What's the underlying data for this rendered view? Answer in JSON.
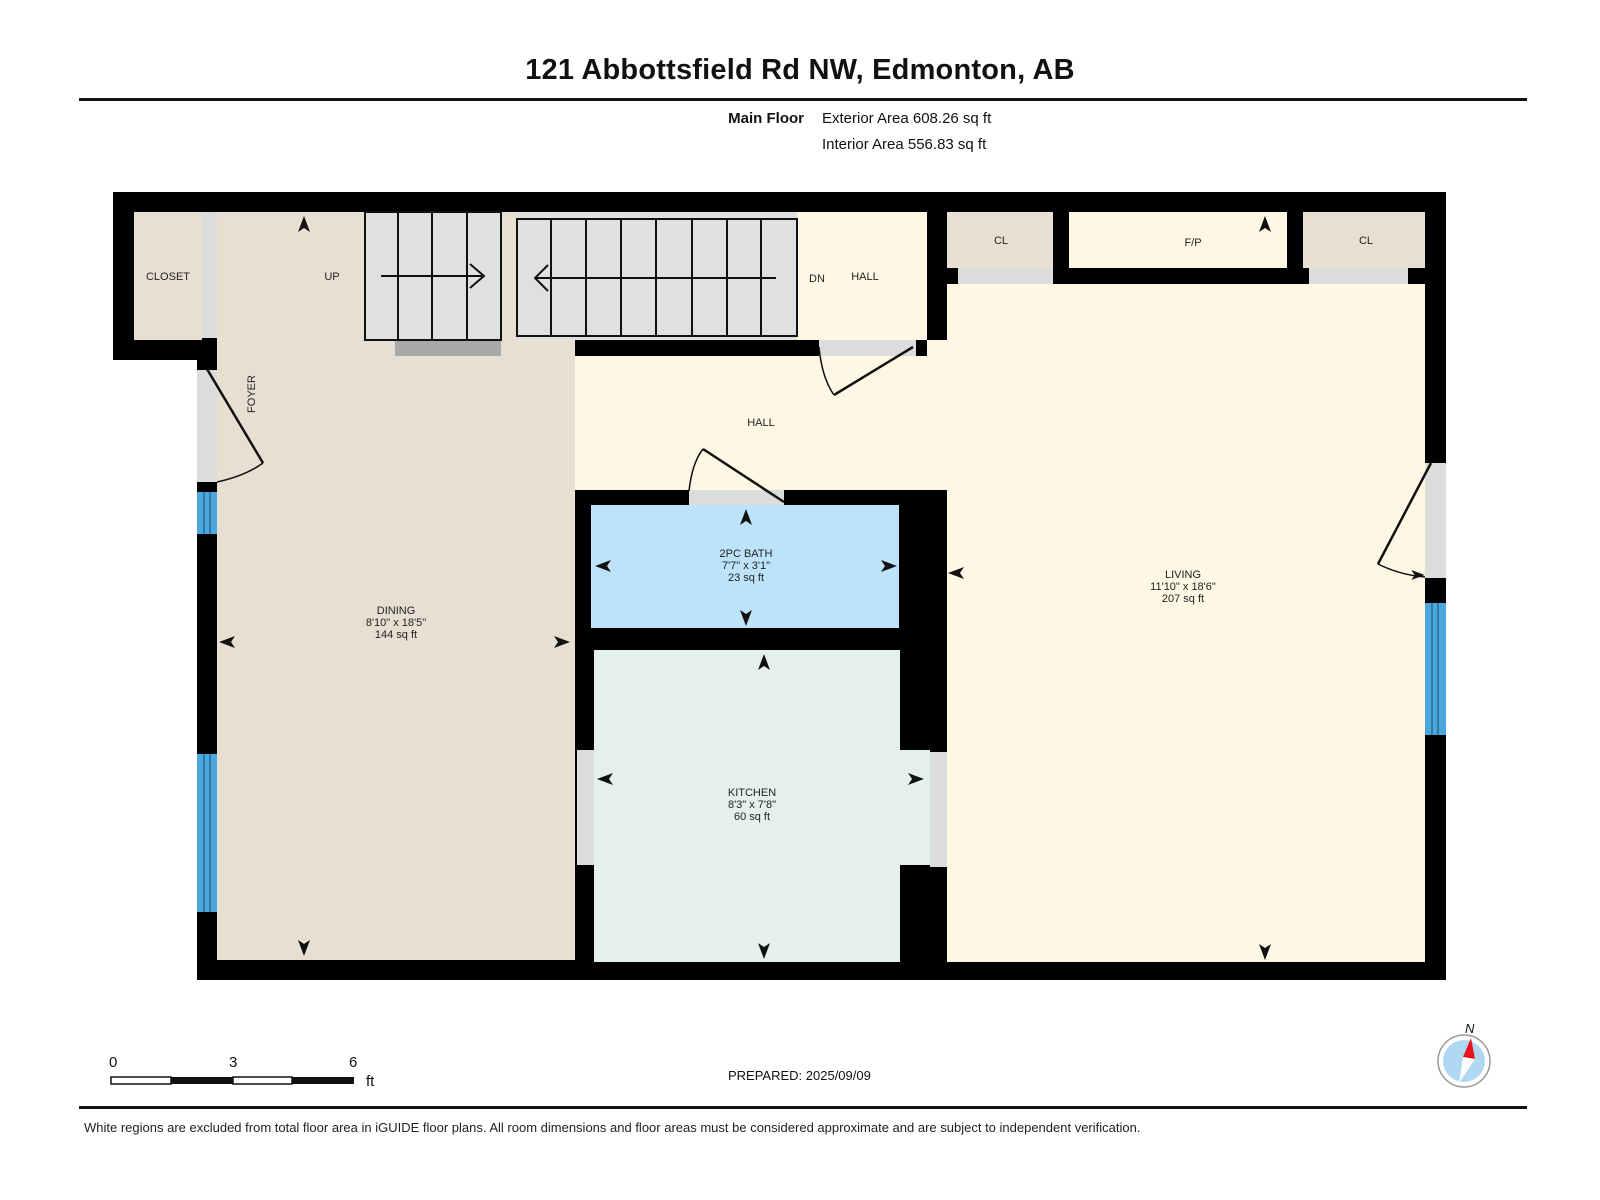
{
  "header": {
    "title": "121 Abbottsfield Rd NW, Edmonton, AB"
  },
  "floor_info": {
    "floor_name": "Main Floor",
    "exterior_area": "Exterior Area 608.26 sq ft",
    "interior_area": "Interior Area 556.83 sq ft"
  },
  "rooms": {
    "closet": {
      "name": "CLOSET"
    },
    "up": {
      "name": "UP"
    },
    "dn": {
      "name": "DN"
    },
    "hall_upper": {
      "name": "HALL"
    },
    "cl_left": {
      "name": "CL"
    },
    "fireplace": {
      "name": "F/P"
    },
    "cl_right": {
      "name": "CL"
    },
    "foyer": {
      "name": "FOYER"
    },
    "hall_main": {
      "name": "HALL"
    },
    "bath": {
      "name": "2PC BATH",
      "dims": "7'7\" x 3'1\"",
      "area": "23 sq ft"
    },
    "dining": {
      "name": "DINING",
      "dims": "8'10\" x 18'5\"",
      "area": "144 sq ft"
    },
    "living": {
      "name": "LIVING",
      "dims": "11'10\" x 18'6\"",
      "area": "207 sq ft"
    },
    "kitchen": {
      "name": "KITCHEN",
      "dims": "8'3\" x 7'8\"",
      "area": "60 sq ft"
    }
  },
  "colors": {
    "wall": "#000000",
    "dining_foyer": "#e7dfd1",
    "hall_living": "#fdf7e4",
    "bath": "#bde3fb",
    "kitchen": "#e3f1ea",
    "closet": "#e7dfd1",
    "stairs": "#e0e0e0",
    "window": "#4ba7dc",
    "door_opening": "#dcdcdc",
    "compass_needle": "#e8121a",
    "compass_face": "#b0d8f2"
  },
  "scale_bar": {
    "labels": [
      "0",
      "3",
      "6"
    ],
    "unit": "ft"
  },
  "compass": {
    "label": "N"
  },
  "footer": {
    "prepared": "PREPARED: 2025/09/09",
    "disclaimer": "White regions are excluded from total floor area in iGUIDE floor plans. All room dimensions and floor areas must be considered approximate and are subject to independent verification."
  }
}
